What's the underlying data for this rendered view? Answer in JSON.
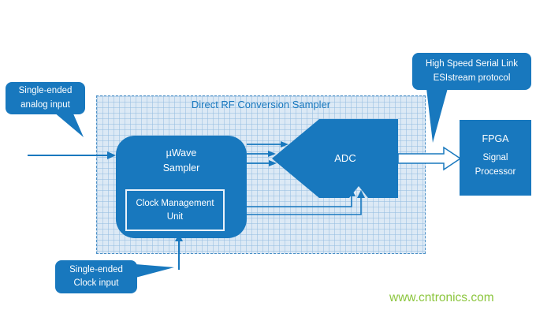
{
  "colors": {
    "primary_blue": "#1878be",
    "grid_fill": "#dce9f5",
    "grid_line": "#aecbe6",
    "watermark_green": "#8cc63e"
  },
  "diagram": {
    "title": "Direct RF Conversion Sampler",
    "blocks": {
      "uwave_sampler": "µWave\nSampler",
      "clock_management": "Clock Management\nUnit",
      "adc": "ADC",
      "fpga_title": "FPGA",
      "fpga_sub": "Signal\nProcessor"
    },
    "callouts": {
      "analog_input": "Single-ended\nanalog input",
      "serial_link": "High Speed Serial Link\nESIstream protocol",
      "clock_input": "Single-ended\nClock input"
    },
    "watermark": "www.cntronics.com"
  }
}
